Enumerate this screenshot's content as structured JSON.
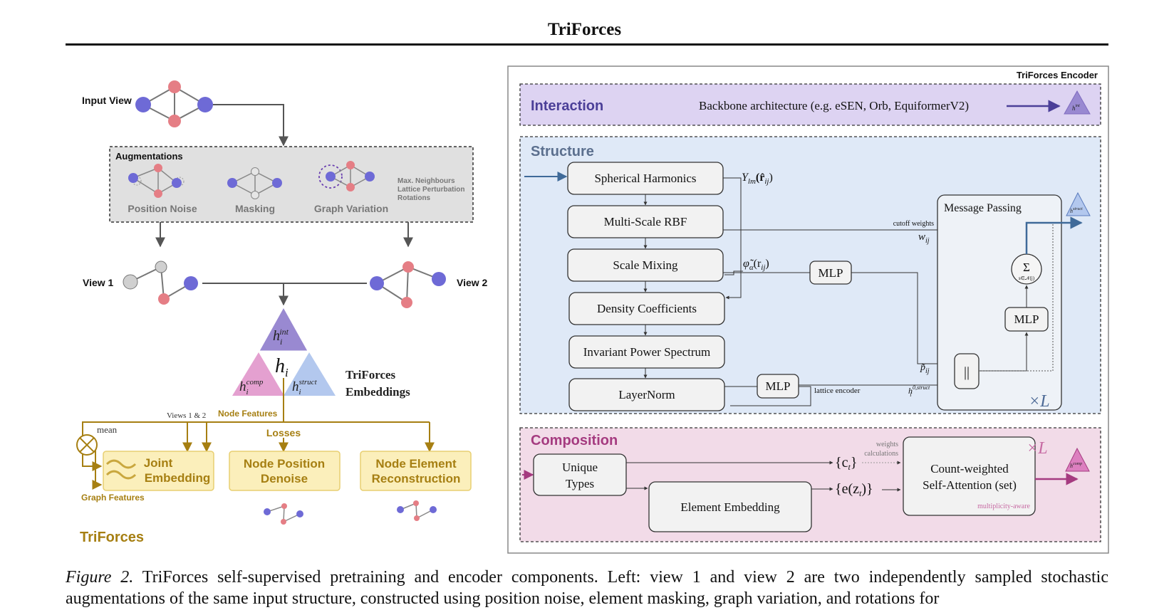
{
  "page": {
    "title": "TriForces"
  },
  "left": {
    "input_view": "Input View",
    "augmentations": {
      "title": "Augmentations",
      "position_noise": "Position Noise",
      "masking": "Masking",
      "graph_variation": "Graph Variation",
      "extra": [
        "Max. Neighbours",
        "Lattice Perturbation",
        "Rotations"
      ]
    },
    "view1": "View 1",
    "view2": "View 2",
    "embeddings": {
      "h": "h",
      "h_sub": "i",
      "int_sup": "int",
      "comp_sup": "comp",
      "struct_sup": "struct",
      "label_line1": "TriForces",
      "label_line2": "Embeddings"
    },
    "views_1_2": "Views 1 & 2",
    "node_features": "Node Features",
    "mean": "mean",
    "losses": "Losses",
    "joint_embedding": [
      "Joint",
      "Embedding"
    ],
    "node_position_denoise": [
      "Node Position",
      "Denoise"
    ],
    "node_element_reconstruction": [
      "Node Element",
      "Reconstruction"
    ],
    "graph_features": "Graph Features",
    "brand": "TriForces"
  },
  "encoder": {
    "title": "TriForces Encoder",
    "interaction": {
      "label": "Interaction",
      "text": "Backbone architecture (e.g. eSEN, Orb, EquiformerV2)"
    },
    "structure": {
      "label": "Structure",
      "blocks": [
        "Spherical Harmonics",
        "Multi-Scale RBF",
        "Scale Mixing",
        "Density Coefficients",
        "Invariant Power Spectrum",
        "LayerNorm"
      ],
      "ylm": "Y",
      "ylm_sub": "lm",
      "ylm_arg": "(r̂",
      "ylm_arg_sub": "ij",
      "phi": "φ̃",
      "phi_sub": "α",
      "phi_arg": "(r",
      "phi_arg_sub": "ij",
      "mlp": "MLP",
      "cutoff_weights": "cutoff weights",
      "w": "w",
      "w_sub": "ij",
      "message_passing": "Message Passing",
      "sum": "Σ",
      "sum_sub": "s∈𝒩(j)",
      "concat": "||",
      "p": "p̃",
      "p_sub": "ij",
      "lattice_encoder": "lattice encoder",
      "h0": "h",
      "h0_sup": "0,struct",
      "h0_sub": "i",
      "times_l": "×L"
    },
    "composition": {
      "label": "Composition",
      "unique_types": [
        "Unique",
        "Types"
      ],
      "element_embedding": "Element Embedding",
      "ct": "{c",
      "ct_sub": "t",
      "ez": "{e(z",
      "ez_sub": "t",
      "weights_calc": [
        "weights",
        "calculations"
      ],
      "attention": [
        "Count-weighted",
        "Self-Attention (set)"
      ],
      "multiplicity": "multiplicity-aware",
      "times_l": "×L"
    }
  },
  "caption": {
    "label": "Figure 2.",
    "text": "TriForces self-supervised pretraining and encoder components. Left: view 1 and view 2 are two independently sampled stochastic augmentations of the same input structure, constructed using position noise, element masking, graph variation, and rotations for"
  },
  "colors": {
    "purple": "#7f6bbf",
    "interaction_bg": "#ddd3f2",
    "structure_bg": "#dfe9f7",
    "composition_bg": "#f2dbe8",
    "gold": "#a67f12",
    "gold_bg": "#fbefbb",
    "red_node": "#e57e85",
    "blue_node": "#6e6ad6",
    "structure_title": "#5b6f8e",
    "composition_title": "#a53b80"
  }
}
